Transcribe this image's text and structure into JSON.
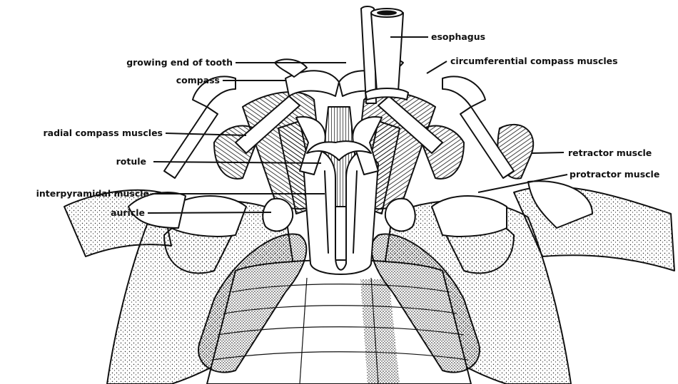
{
  "labels": {
    "esophagus": "esophagus",
    "growing_end_of_tooth": "growing end of tooth",
    "circumferential_compass_muscles": "circumferential compass muscles",
    "compass": "compass",
    "radial_compass_muscles": "radial compass muscles",
    "retractor_muscle": "retractor muscle",
    "rotule": "rotule",
    "protractor_muscle": "protractor muscle",
    "interpyramidal_muscle": "interpyramidal muscle",
    "auricle": "auricle"
  }
}
